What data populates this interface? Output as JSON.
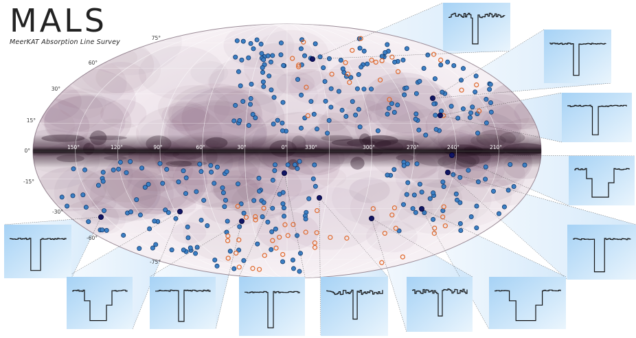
{
  "logo": {
    "title": "MALS",
    "subtitle": "MeerKAT Absorption Line Survey"
  },
  "map": {
    "longitude_labels": [
      "150°",
      "120°",
      "90°",
      "60°",
      "30°",
      "0°",
      "330°",
      "300°",
      "270°",
      "240°",
      "210°"
    ],
    "latitude_labels": [
      "75°",
      "60°",
      "30°",
      "15°",
      "0°",
      "-15°",
      "-30°",
      "-60°",
      "-75°"
    ]
  },
  "colors": {
    "blue_marker": "#3b7fc4",
    "blue_marker_edge": "#123a6e",
    "orange_marker": "#e0682a",
    "navy_marker": "#0f1466",
    "inset_bg": "#b8dcf8",
    "galactic_plane": "#1a0d16"
  },
  "insets": [
    {
      "name": "inset-top-1",
      "profile": "deep-noisy"
    },
    {
      "name": "inset-top-2",
      "profile": "narrow"
    },
    {
      "name": "inset-right-1",
      "profile": "narrow"
    },
    {
      "name": "inset-right-2",
      "profile": "step"
    },
    {
      "name": "inset-right-3",
      "profile": "wide"
    },
    {
      "name": "inset-bottom-1",
      "profile": "wide"
    },
    {
      "name": "inset-bottom-2",
      "profile": "step"
    },
    {
      "name": "inset-bottom-3",
      "profile": "narrow"
    },
    {
      "name": "inset-bottom-4",
      "profile": "narrow"
    },
    {
      "name": "inset-bottom-5",
      "profile": "noisy"
    },
    {
      "name": "inset-bottom-6",
      "profile": "noisy"
    },
    {
      "name": "inset-bottom-7",
      "profile": "step"
    }
  ]
}
